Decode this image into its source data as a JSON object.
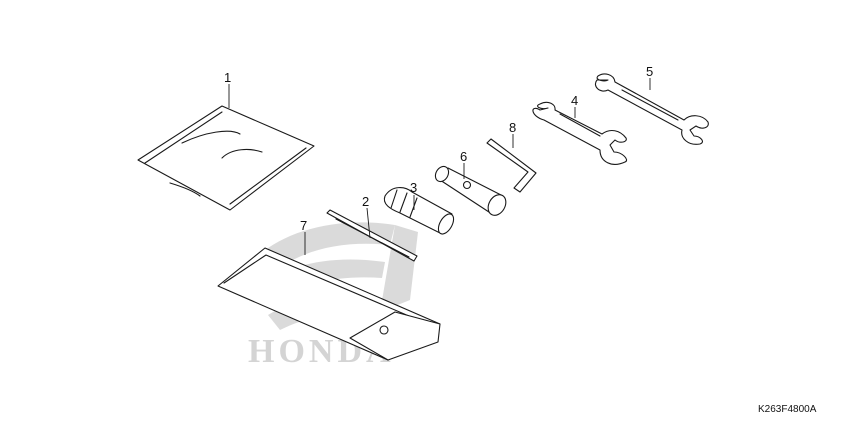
{
  "diagram": {
    "callouts": [
      {
        "id": "1",
        "label": "1"
      },
      {
        "id": "2",
        "label": "2"
      },
      {
        "id": "3",
        "label": "3"
      },
      {
        "id": "4",
        "label": "4"
      },
      {
        "id": "5",
        "label": "5"
      },
      {
        "id": "6",
        "label": "6"
      },
      {
        "id": "7",
        "label": "7"
      },
      {
        "id": "8",
        "label": "8"
      }
    ],
    "figure_code": "K263F4800A",
    "watermark": "HONDA",
    "colors": {
      "line": "#1a1a1a",
      "watermark": "#d4d4d4",
      "background": "#ffffff"
    }
  }
}
